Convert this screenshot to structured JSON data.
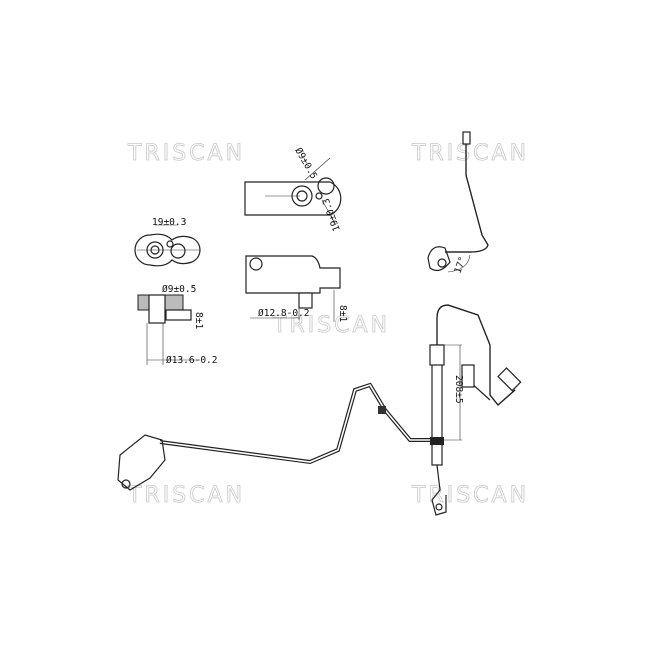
{
  "watermark": "TRISCAN",
  "dimensions": {
    "hole_spacing": "19±0.3",
    "bore_dia_top": "Ø9±0.5",
    "bore_dia_left": "Ø9±0.5",
    "offset_right": "19±0.3",
    "outer_dia_left": "Ø13.6-0.2",
    "outer_dia_right": "Ø12.8-0.2",
    "height_left": "8±1",
    "height_right": "8±1",
    "angle": "17°",
    "hose_length": "208±5"
  }
}
